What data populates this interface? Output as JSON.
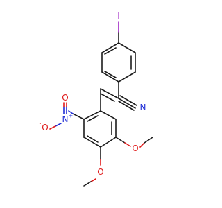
{
  "molecule": {
    "atoms": {
      "iodine": "I",
      "nitrile_n": "N",
      "nitro_n": "N",
      "nitro_n_charge": "+",
      "nitro_o_top": "O",
      "nitro_o_left": "O",
      "nitro_o_left_charge": "-",
      "methoxy_o1": "O",
      "methoxy_o2": "O"
    },
    "colors": {
      "carbon_bond": "#1c1c1c",
      "nitrogen": "#1f2dd6",
      "oxygen": "#e01b1b",
      "iodine": "#9e23c4"
    }
  }
}
